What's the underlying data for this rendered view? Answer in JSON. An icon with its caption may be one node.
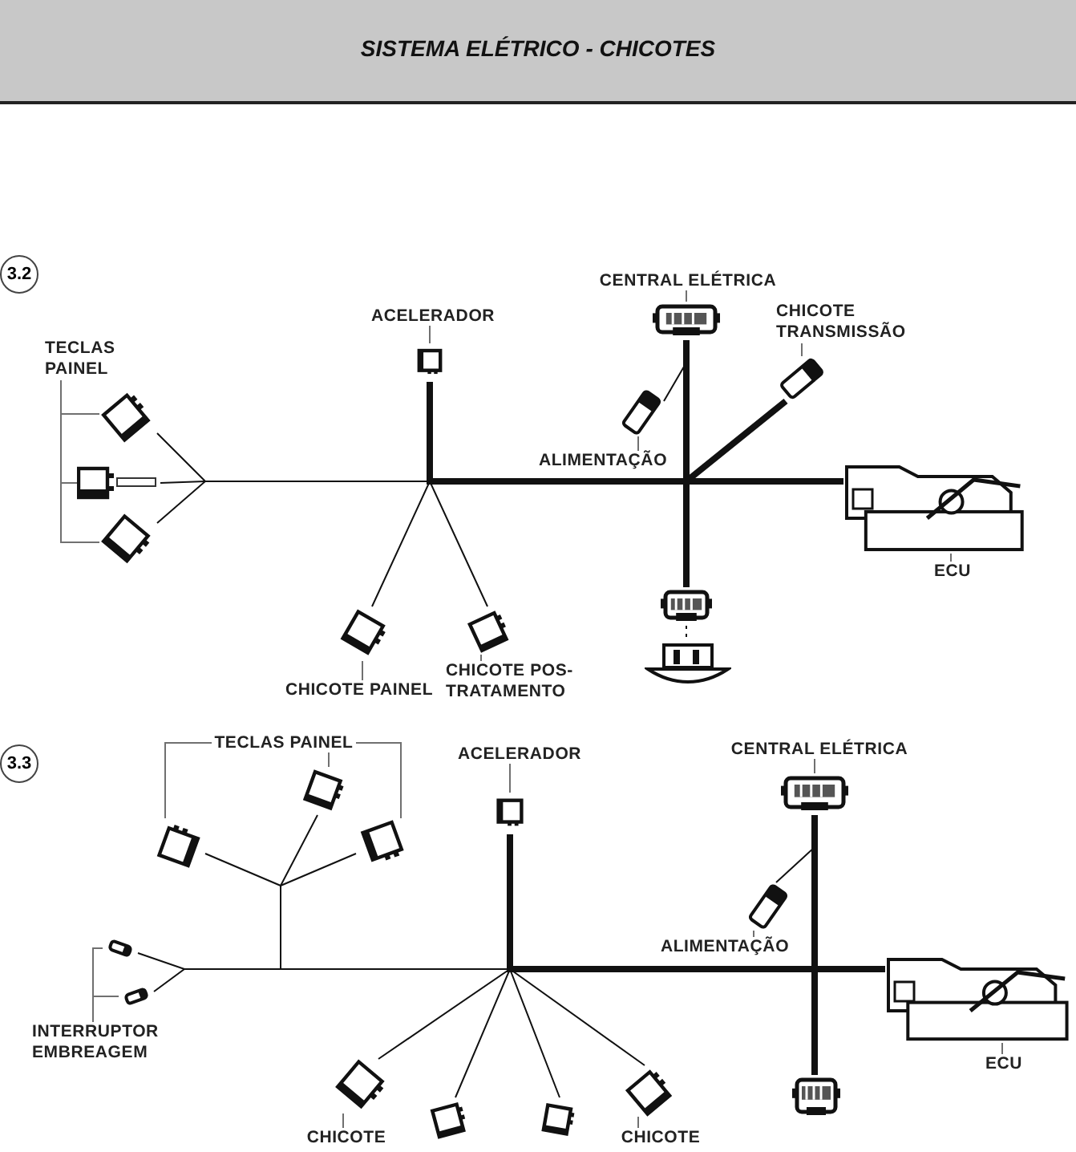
{
  "diagram": {
    "title": "SISTEMA ELÉTRICO - CHICOTES",
    "nodes": [
      {
        "text": [
          "3.2"
        ]
      },
      {
        "text": [
          "TECLAS PAINEL"
        ]
      },
      {
        "text": [],
        "shape": "picture"
      },
      {
        "text": [],
        "shape": "picture"
      },
      {
        "text": [],
        "shape": "picture"
      },
      {
        "text": [
          "ACELERADOR"
        ]
      },
      {
        "text": [],
        "shape": "picture"
      },
      {
        "text": [
          "CENTRAL ELÉTRICA"
        ]
      },
      {
        "text": [],
        "shape": "picture"
      },
      {
        "text": [
          "CHICOTE TRANSMISSÃO"
        ]
      },
      {
        "text": [],
        "shape": "picture"
      },
      {
        "text": [],
        "shape": "picture"
      },
      {
        "text": [
          "ALIMENTAÇÃO"
        ]
      },
      {
        "text": [],
        "shape": "picture"
      },
      {
        "text": [
          "ECU"
        ]
      },
      {
        "text": [],
        "shape": "picture"
      },
      {
        "text": [],
        "shape": "picture"
      },
      {
        "text": [],
        "shape": "picture"
      },
      {
        "text": [],
        "shape": "picture"
      },
      {
        "text": [
          "CHICOTE PAINEL"
        ]
      },
      {
        "text": [
          "CHICOTE POS-TRATAMENTO"
        ]
      },
      {
        "text": [
          "3.3"
        ]
      },
      {
        "text": [
          "TECLAS PAINEL"
        ]
      },
      {
        "text": [
          "ACELERADOR"
        ]
      },
      {
        "text": [
          "CENTRAL ELÉTRICA"
        ]
      },
      {
        "text": [],
        "shape": "picture"
      },
      {
        "text": [],
        "shape": "picture"
      },
      {
        "text": [],
        "shape": "picture"
      },
      {
        "text": [],
        "shape": "picture"
      },
      {
        "text": [],
        "shape": "picture"
      },
      {
        "text": [],
        "shape": "picture"
      },
      {
        "text": [
          "ALIMENTAÇÃO"
        ]
      },
      {
        "text": [],
        "shape": "picture"
      },
      {
        "text": [],
        "shape": "picture"
      },
      {
        "text": [],
        "shape": "picture"
      },
      {
        "text": [
          "INTERRUPTOR EMBREAGEM"
        ]
      },
      {
        "text": [
          "ECU"
        ]
      },
      {
        "text": [],
        "shape": "picture"
      },
      {
        "text": [],
        "shape": "picture"
      },
      {
        "text": [],
        "shape": "picture"
      },
      {
        "text": [],
        "shape": "picture"
      },
      {
        "text": [],
        "shape": "picture"
      },
      {
        "text": [
          "CHICOTE"
        ]
      },
      {
        "text": [
          "CHICOTE"
        ]
      }
    ],
    "edges": [
      {
        "from": 1,
        "to": 2,
        "arrow": "none",
        "color": "#707070"
      },
      {
        "from": 1,
        "to": 3,
        "arrow": "none",
        "color": "#707070"
      },
      {
        "from": 1,
        "to": 4,
        "arrow": "none",
        "color": "#707070"
      },
      {
        "from": 5,
        "to": 6,
        "arrow": "none",
        "color": "#707070"
      },
      {
        "from": 7,
        "to": 8,
        "arrow": "none",
        "color": "#707070"
      },
      {
        "from": 9,
        "to": 10,
        "arrow": "none",
        "color": "#707070"
      },
      {
        "from": 12,
        "to": 11,
        "arrow": "none",
        "color": "#707070"
      },
      {
        "from": 14,
        "to": 13,
        "arrow": "none",
        "color": "#707070"
      },
      {
        "from": 19,
        "to": 17,
        "arrow": "none",
        "color": "#707070"
      },
      {
        "from": 20,
        "to": 18,
        "arrow": "none",
        "color": "#707070"
      },
      {
        "from": 2,
        "to": 13,
        "arrow": "none"
      },
      {
        "from": 3,
        "to": 13,
        "arrow": "none"
      },
      {
        "from": 4,
        "to": 13,
        "arrow": "none"
      },
      {
        "from": 6,
        "to": 13,
        "arrow": "none",
        "style": "thick"
      },
      {
        "from": 8,
        "to": 13,
        "arrow": "none",
        "style": "thick"
      },
      {
        "from": 10,
        "to": 13,
        "arrow": "none",
        "style": "thick"
      },
      {
        "from": 11,
        "to": 13,
        "arrow": "none"
      },
      {
        "from": 15,
        "to": 13,
        "arrow": "none",
        "style": "thick"
      },
      {
        "from": 17,
        "to": 13,
        "arrow": "none"
      },
      {
        "from": 18,
        "to": 13,
        "arrow": "none"
      },
      {
        "from": 15,
        "to": 16,
        "arrow": "none",
        "style": "dashed"
      },
      {
        "from": 22,
        "to": 27,
        "arrow": "none",
        "color": "#707070"
      },
      {
        "from": 22,
        "to": 28,
        "arrow": "none",
        "color": "#707070"
      },
      {
        "from": 22,
        "to": 29,
        "arrow": "none",
        "color": "#707070"
      },
      {
        "from": 23,
        "to": 26,
        "arrow": "none",
        "color": "#707070"
      },
      {
        "from": 24,
        "to": 25,
        "arrow": "none",
        "color": "#707070"
      },
      {
        "from": 31,
        "to": 30,
        "arrow": "none",
        "color": "#707070"
      },
      {
        "from": 35,
        "to": 32,
        "arrow": "none",
        "color": "#707070"
      },
      {
        "from": 35,
        "to": 33,
        "arrow": "none",
        "color": "#707070"
      },
      {
        "from": 36,
        "to": 34,
        "arrow": "none",
        "color": "#707070"
      },
      {
        "from": 42,
        "to": 37,
        "arrow": "none",
        "color": "#707070"
      },
      {
        "from": 43,
        "to": 41,
        "arrow": "none",
        "color": "#707070"
      },
      {
        "from": 28,
        "to": 34,
        "arrow": "none"
      },
      {
        "from": 27,
        "to": 34,
        "arrow": "none"
      },
      {
        "from": 29,
        "to": 34,
        "arrow": "none"
      },
      {
        "from": 32,
        "to": 34,
        "arrow": "none"
      },
      {
        "from": 33,
        "to": 34,
        "arrow": "none"
      },
      {
        "from": 26,
        "to": 34,
        "arrow": "none",
        "style": "thick"
      },
      {
        "from": 25,
        "to": 34,
        "arrow": "none",
        "style": "thick"
      },
      {
        "from": 30,
        "to": 34,
        "arrow": "none"
      },
      {
        "from": 37,
        "to": 34,
        "arrow": "none"
      },
      {
        "from": 39,
        "to": 34,
        "arrow": "none"
      },
      {
        "from": 40,
        "to": 34,
        "arrow": "none"
      },
      {
        "from": 41,
        "to": 34,
        "arrow": "none"
      },
      {
        "from": 38,
        "to": 34,
        "arrow": "none",
        "style": "thick"
      }
    ]
  }
}
